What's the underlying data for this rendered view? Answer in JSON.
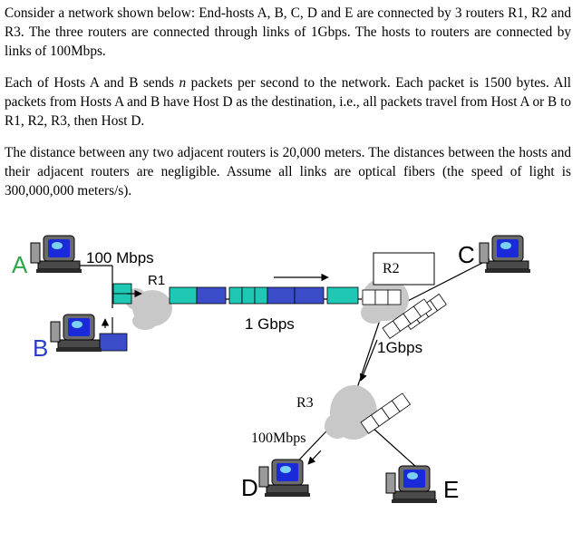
{
  "paragraphs": [
    {
      "before_n": "Consider a network shown below: End-hosts A, B, C, D and E are connected by 3 routers R1, R2 and R3.  The three routers are connected through links of 1Gbps. The hosts to routers are connected by links of 100Mbps."
    },
    {
      "before_n": "Each of Hosts A and B sends ",
      "n": "n",
      "after_n": " packets per second to the network. Each packet is 1500 bytes. All packets from Hosts A and B have Host D as the destination, i.e., all packets travel from Host A or B to R1, R2, R3, then Host D."
    },
    {
      "before_n": "The distance between any two adjacent routers is 20,000 meters. The distances between the hosts and their adjacent routers are negligible. Assume all links are optical fibers (the speed of light is 300,000,000 meters/s)."
    }
  ],
  "diagram": {
    "host_labels": {
      "a": "A",
      "b": "B",
      "c": "C",
      "d": "D",
      "e": "E"
    },
    "router_labels": {
      "r1": "R1",
      "r2": "R2",
      "r3": "R3"
    },
    "link_labels": {
      "host_link_top": "100 Mbps",
      "r1_r2": "1 Gbps",
      "r2_r3": "1Gbps",
      "r3_d": "100Mbps"
    },
    "colors": {
      "packet_cyan": "#1fc8b4",
      "packet_blue": "#3a4cc8",
      "router_gray": "#c8c8c8",
      "host_label_green": "#2aa84a",
      "host_label_blue": "#2a3cc8"
    }
  }
}
